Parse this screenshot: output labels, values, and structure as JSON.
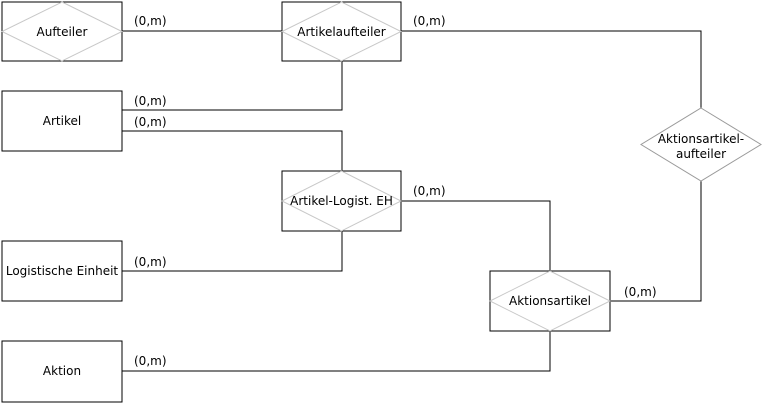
{
  "entities": {
    "aufteiler": {
      "label": "Aufteiler"
    },
    "artikelaufteiler": {
      "label": "Artikelaufteiler"
    },
    "artikel": {
      "label": "Artikel"
    },
    "artikel_logist_eh": {
      "label": "Artikel-Logist. EH"
    },
    "logistische_einheit": {
      "label": "Logistische Einheit"
    },
    "aktionsartikel": {
      "label": "Aktionsartikel"
    },
    "aktion": {
      "label": "Aktion"
    }
  },
  "relationships": {
    "aktionsartikelaufteiler": {
      "line1": "Aktionsartikel-",
      "line2": "aufteiler"
    }
  },
  "cardinalities": {
    "aufteiler_artikelaufteiler": "(0,m)",
    "artikelaufteiler_rel": "(0,m)",
    "artikel_artikelaufteiler": "(0,m)",
    "artikel_logist": "(0,m)",
    "logist_aktionsartikel": "(0,m)",
    "logistische_einheit_logist": "(0,m)",
    "aktionsartikel_rel": "(0,m)",
    "aktion_aktionsartikel": "(0,m)"
  }
}
